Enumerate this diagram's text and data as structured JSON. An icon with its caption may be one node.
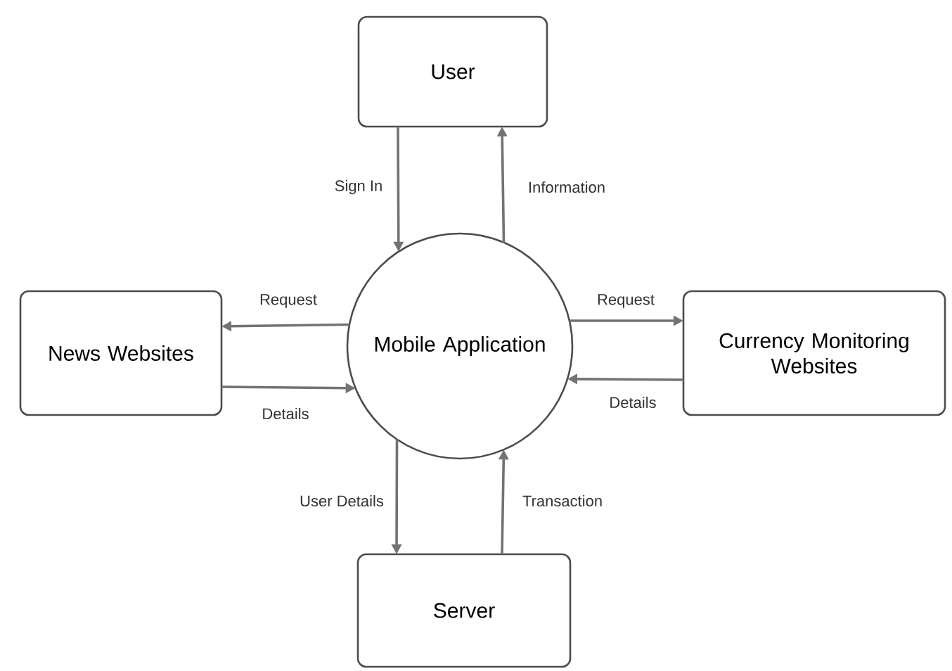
{
  "diagram": {
    "nodes": [
      {
        "text": [
          "User"
        ]
      },
      {
        "text": [
          "Mobile Application"
        ]
      },
      {
        "text": [
          "News Websites"
        ]
      },
      {
        "text": [
          "Currency Monitoring Websites"
        ]
      },
      {
        "text": [
          "Server"
        ]
      }
    ],
    "edges": [
      {
        "from": 0,
        "to": 1,
        "arrow": "to",
        "label": "Sign In"
      },
      {
        "from": 1,
        "to": 0,
        "arrow": "to",
        "label": "Information"
      },
      {
        "from": 1,
        "to": 2,
        "arrow": "to",
        "label": "Request"
      },
      {
        "from": 2,
        "to": 1,
        "arrow": "to",
        "label": "Details"
      },
      {
        "from": 1,
        "to": 3,
        "arrow": "to",
        "label": "Request"
      },
      {
        "from": 3,
        "to": 1,
        "arrow": "to",
        "label": "Details"
      },
      {
        "from": 1,
        "to": 4,
        "arrow": "to",
        "label": "User Details"
      },
      {
        "from": 4,
        "to": 1,
        "arrow": "to",
        "label": "Transaction"
      }
    ]
  }
}
